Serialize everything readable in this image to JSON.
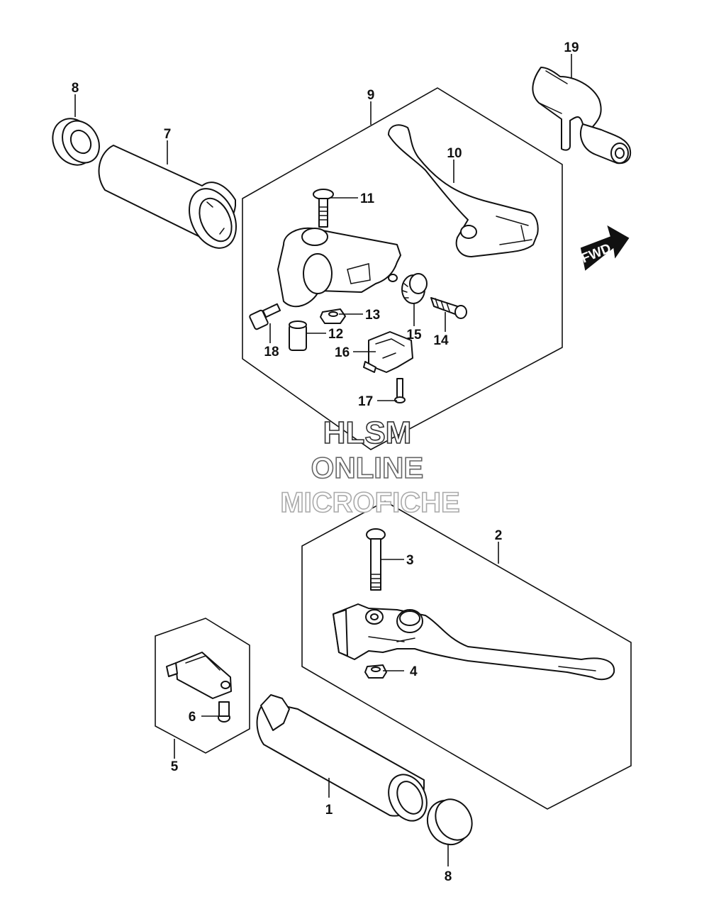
{
  "watermark": {
    "line1": "HLSM",
    "line2": "ONLINE",
    "line3": "MICROFICHE"
  },
  "direction_arrow": {
    "label": "FWD"
  },
  "callouts": {
    "c1": "1",
    "c2": "2",
    "c3": "3",
    "c4": "4",
    "c5": "5",
    "c6": "6",
    "c7": "7",
    "c8_top": "8",
    "c8_bottom": "8",
    "c9": "9",
    "c10": "10",
    "c11": "11",
    "c12": "12",
    "c13": "13",
    "c14": "14",
    "c15": "15",
    "c16": "16",
    "c17": "17",
    "c18": "18",
    "c19": "19"
  },
  "colors": {
    "line": "#111111",
    "background": "#ffffff",
    "watermark_outline_1": "#333333",
    "watermark_outline_2": "#666666",
    "watermark_outline_3": "#aaaaaa"
  }
}
